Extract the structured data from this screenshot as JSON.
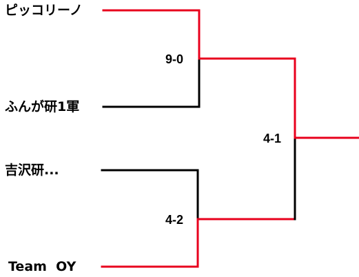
{
  "colors": {
    "winner_line": "#e8001c",
    "loser_line": "#000000",
    "text": "#000000"
  },
  "teams": [
    {
      "name": "ピッコリーノ",
      "result": "winner"
    },
    {
      "name": "ふんが研1軍",
      "result": "loser"
    },
    {
      "name": "吉沢研...",
      "result": "loser"
    },
    {
      "name": "Team  OY",
      "result": "winner"
    }
  ],
  "matches": [
    {
      "round": 1,
      "score": "9-0",
      "teams": [
        0,
        1
      ],
      "winner": 0
    },
    {
      "round": 1,
      "score": "4-2",
      "teams": [
        2,
        3
      ],
      "winner": 3
    },
    {
      "round": 2,
      "score": "4-1",
      "teams": [
        "match-0",
        "match-1"
      ],
      "winner": "match-0"
    }
  ]
}
